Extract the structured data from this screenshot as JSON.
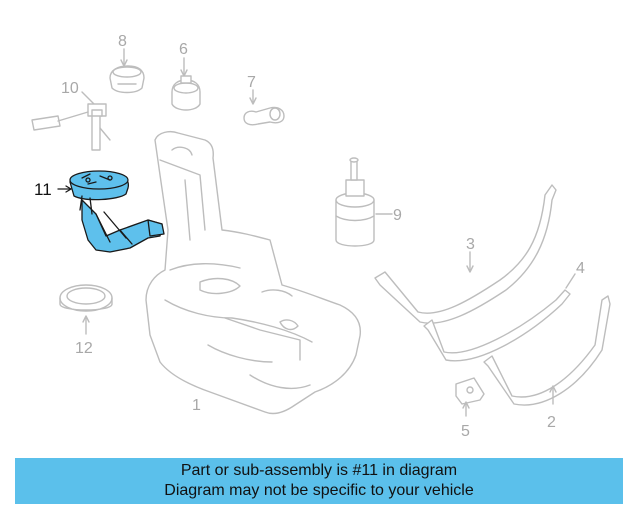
{
  "callouts": {
    "c1": "1",
    "c2": "2",
    "c3": "3",
    "c4": "4",
    "c5": "5",
    "c6": "6",
    "c7": "7",
    "c8": "8",
    "c9": "9",
    "c10": "10",
    "c11": "11",
    "c12": "12"
  },
  "highlighted_part": "11",
  "colors": {
    "highlight": "#5ec0ec",
    "banner": "#5bc0eb",
    "linework": "#bdbdbd"
  },
  "banner": {
    "line1": "Part or sub-assembly is #11 in diagram",
    "line2": "Diagram may not be specific to your vehicle"
  }
}
